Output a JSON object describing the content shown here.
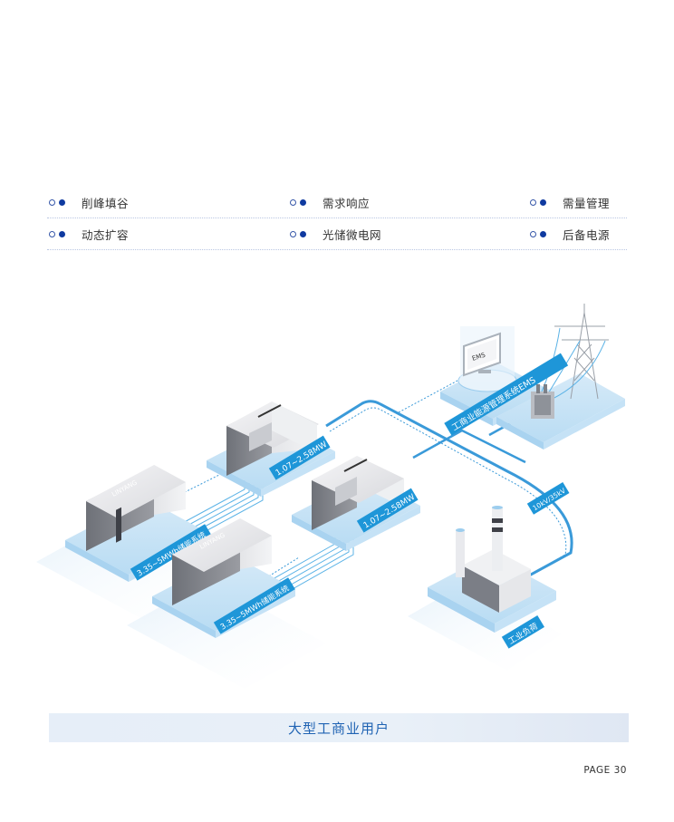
{
  "features": [
    [
      {
        "label": "削峰填谷"
      },
      {
        "label": "需求响应"
      },
      {
        "label": "需量管理"
      }
    ],
    [
      {
        "label": "动态扩容"
      },
      {
        "label": "光储微电网"
      },
      {
        "label": "后备电源"
      }
    ]
  ],
  "diagram": {
    "ems_screen": "EMS",
    "ems_label": "工商业能源管理系统EMS",
    "pcs_top_label": "1.07~2.58MW",
    "pcs_bottom_label": "1.07~2.58MW",
    "storage_top_label": "3.35~5MWh储能系统",
    "storage_bottom_label": "3.35~5MWh储能系统",
    "storage_brand": "LINYANG",
    "voltage_label": "10kV/35kV",
    "load_label": "工业负荷",
    "colors": {
      "accent": "#1e96d8",
      "line": "#3a9ad9",
      "platform": "#cfe6f7",
      "banner_text": "#1f63b3"
    }
  },
  "banner": {
    "title": "大型工商业用户"
  },
  "footer": {
    "page": "PAGE 30"
  }
}
